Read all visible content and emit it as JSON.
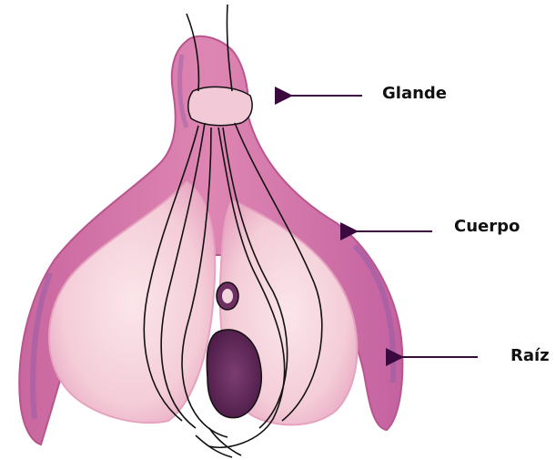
{
  "diagram": {
    "labels": {
      "glande": "Glande",
      "cuerpo": "Cuerpo",
      "raiz": "Raíz"
    },
    "colors": {
      "arrow": "#3a0a3e",
      "outer_tissue": "#d774a8",
      "outer_shadow": "#8e5aa8",
      "inner_bulb": "#f6d3dc",
      "inner_bulb_edge": "#e6a3bf",
      "opening_dark": "#5c2654",
      "outline": "#111111"
    }
  }
}
